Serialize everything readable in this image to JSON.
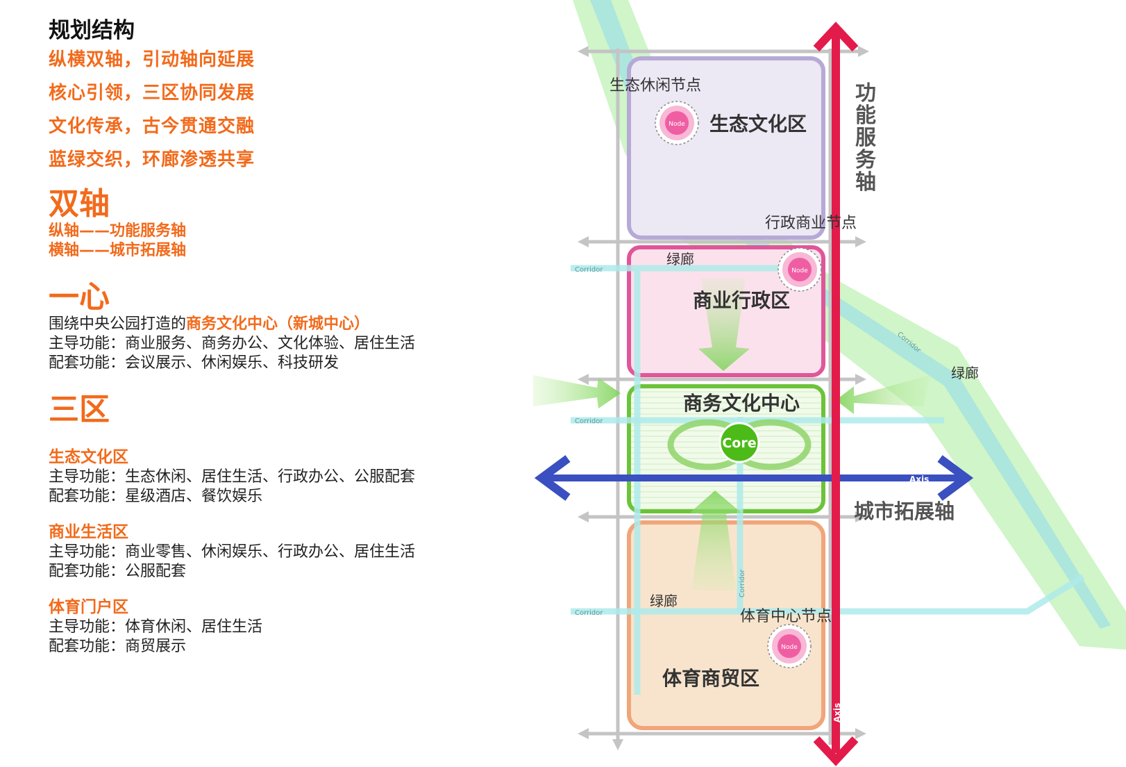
{
  "left": {
    "title": "规划结构",
    "slogans": [
      "纵横双轴，引动轴向延展",
      "核心引领，三区协同发展",
      "文化传承，古今贯通交融",
      "蓝绿交织，环廊渗透共享"
    ],
    "axes": {
      "heading": "双轴",
      "vertical": "纵轴——功能服务轴",
      "horizontal": "横轴——城市拓展轴"
    },
    "core": {
      "heading": "一心",
      "intro_prefix": "围绕中央公园打造的",
      "intro_highlight": "商务文化中心（新城中心）",
      "main": "主导功能：商业服务、商务办公、文化体验、居住生活",
      "support": "配套功能：会议展示、休闲娱乐、科技研发"
    },
    "zones": {
      "heading": "三区",
      "items": [
        {
          "name": "生态文化区",
          "main": "主导功能：生态休闲、居住生活、行政办公、公服配套",
          "support": "配套功能：星级酒店、餐饮娱乐"
        },
        {
          "name": "商业生活区",
          "main": "主导功能：商业零售、休闲娱乐、行政办公、居住生活",
          "support": "配套功能：公服配套"
        },
        {
          "name": "体育门户区",
          "main": "主导功能：体育休闲、居住生活",
          "support": "配套功能：商贸展示"
        }
      ]
    }
  },
  "diagram": {
    "zone_labels": {
      "eco": "生态文化区",
      "commerce": "商业行政区",
      "center": "商务文化中心",
      "sports": "体育商贸区"
    },
    "node_labels": {
      "eco": "生态休闲节点",
      "admin": "行政商业节点",
      "sports": "体育中心节点"
    },
    "node_tag": "Node",
    "core_tag": "Core",
    "green_corridor_labels": [
      "绿廊",
      "绿廊",
      "绿廊"
    ],
    "corridor_tag": "Corridor",
    "axis_tag": "Axis",
    "vertical_axis_name": "功能服务轴",
    "horizontal_axis_name": "城市拓展轴",
    "colors": {
      "accent_orange": "#f26a1b",
      "vertical_axis": "#e31b4a",
      "horizontal_axis": "#3a4fc0",
      "eco_zone": "#b7a9d6",
      "commerce_zone": "#e0569a",
      "center_zone": "#6cc33a",
      "sports_zone": "#f1a57a",
      "node": "#ef5ea3",
      "corridor": "#aeeaea"
    }
  }
}
